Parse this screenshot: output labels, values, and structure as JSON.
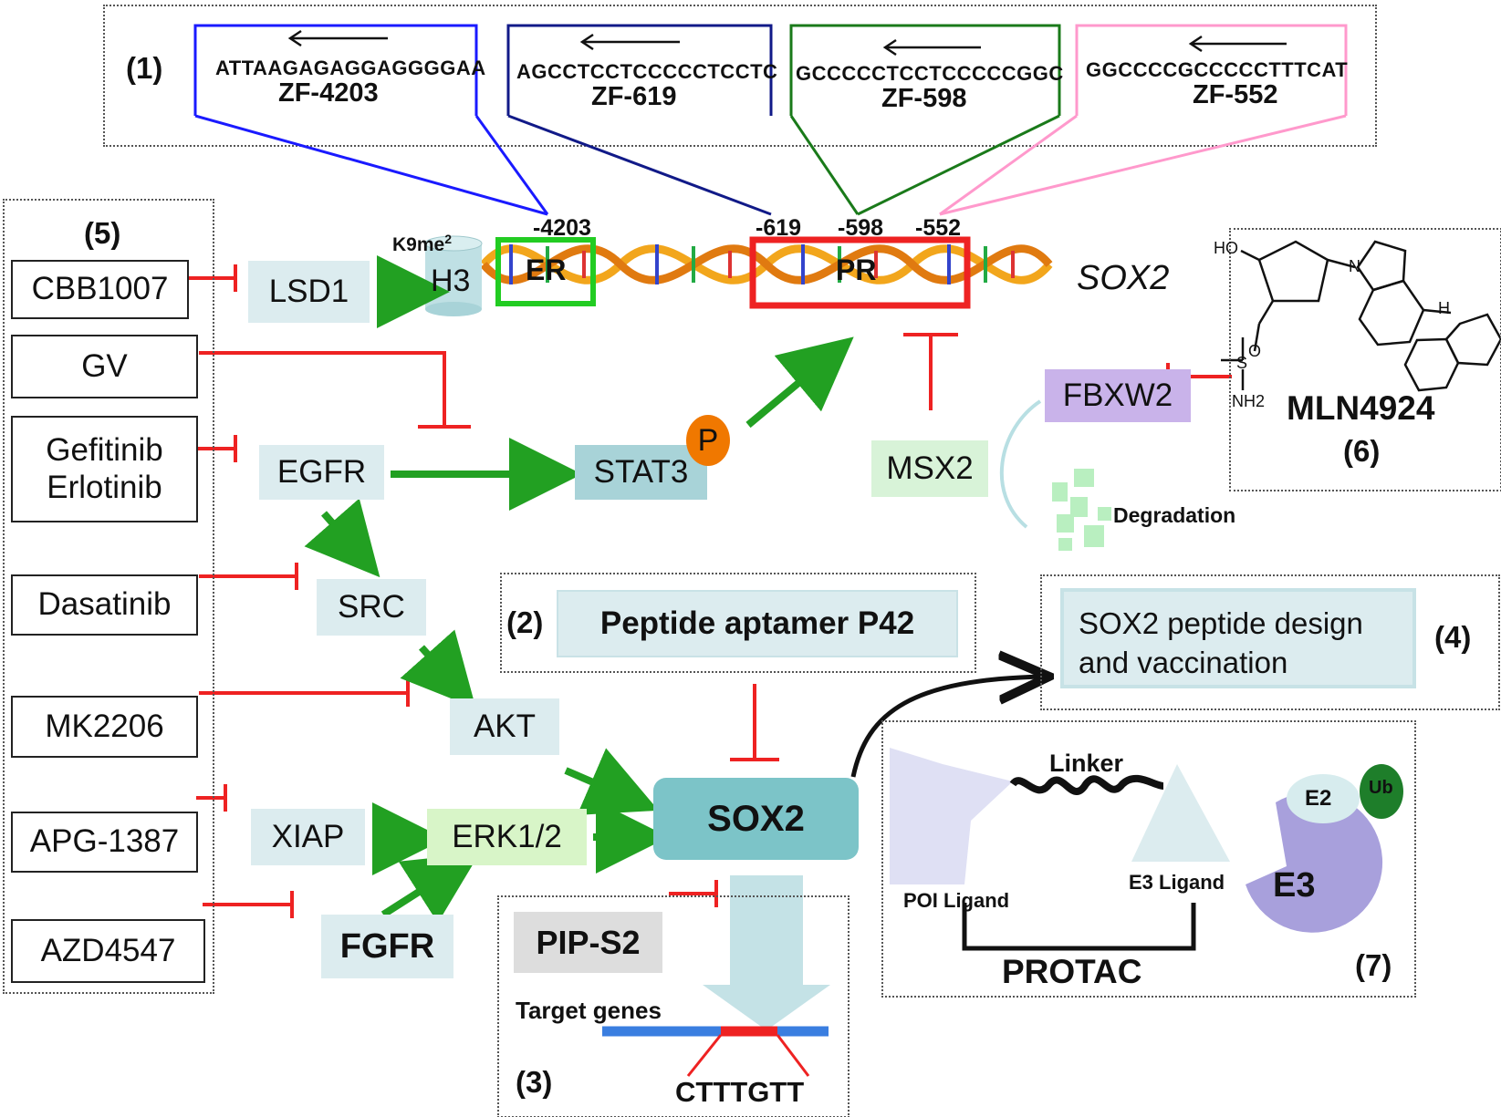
{
  "section_labels": {
    "s1": "(1)",
    "s2": "(2)",
    "s3": "(3)",
    "s4": "(4)",
    "s5": "(5)",
    "s6": "(6)",
    "s7": "(7)"
  },
  "zinc_fingers": [
    {
      "seq": "ATTAAGAGAGGAGGGGAA",
      "name": "ZF-4203",
      "color": "#1a1aff"
    },
    {
      "seq": "AGCCTCCTCCCCCTCCTC",
      "name": "ZF-619",
      "color": "#111a88"
    },
    {
      "seq": "GCCCCCTCCTCCCCCGGC",
      "name": "ZF-598",
      "color": "#1a7a1a"
    },
    {
      "seq": "GGCCCCGCCCCCTTTCAT",
      "name": "ZF-552",
      "color": "#ff99cc"
    }
  ],
  "positions": [
    "-4203",
    "-619",
    "-598",
    "-552"
  ],
  "gene": {
    "name": "SOX2",
    "er": "ER",
    "pr": "PR",
    "h3": "H3",
    "k9": "K9me",
    "k9_sup": "2"
  },
  "drugs": {
    "cbb1007": "CBB1007",
    "gv": "GV",
    "gefitinib": "Gefitinib",
    "erlotinib": "Erlotinib",
    "dasatinib": "Dasatinib",
    "mk2206": "MK2206",
    "apg": "APG-1387",
    "azd": "AZD4547"
  },
  "nodes": {
    "lsd1": "LSD1",
    "egfr": "EGFR",
    "stat3": "STAT3",
    "p": "P",
    "src": "SRC",
    "akt": "AKT",
    "xiap": "XIAP",
    "erk": "ERK1/2",
    "fgfr": "FGFR",
    "sox2": "SOX2",
    "msx2": "MSX2",
    "fbxw2": "FBXW2",
    "degradation": "Degradation"
  },
  "aptamer": "Peptide aptamer P42",
  "vaccine": {
    "line1": "SOX2 peptide design",
    "line2": "and vaccination"
  },
  "mln": "MLN4924",
  "pip": "PIP-S2",
  "target": {
    "label": "Target genes",
    "motif": "CTTTGTT"
  },
  "protac": {
    "linker": "Linker",
    "poi": "POI Ligand",
    "e3lig": "E3 Ligand",
    "e2": "E2",
    "ub": "Ub",
    "e3": "E3",
    "name": "PROTAC"
  },
  "chem_labels": {
    "ho": "HO",
    "nh": "H",
    "n": "N",
    "o": "O",
    "s": "S",
    "nh2": "NH2"
  },
  "colors": {
    "inhibit": "#ee2222",
    "activate": "#22a022",
    "node": "#dcecef",
    "sox2": "#7cc4c8",
    "fbxw2": "#c9b3ea",
    "msx2": "#d8f3d8",
    "erk": "#d8f5c8",
    "pip": "#dddddd"
  }
}
